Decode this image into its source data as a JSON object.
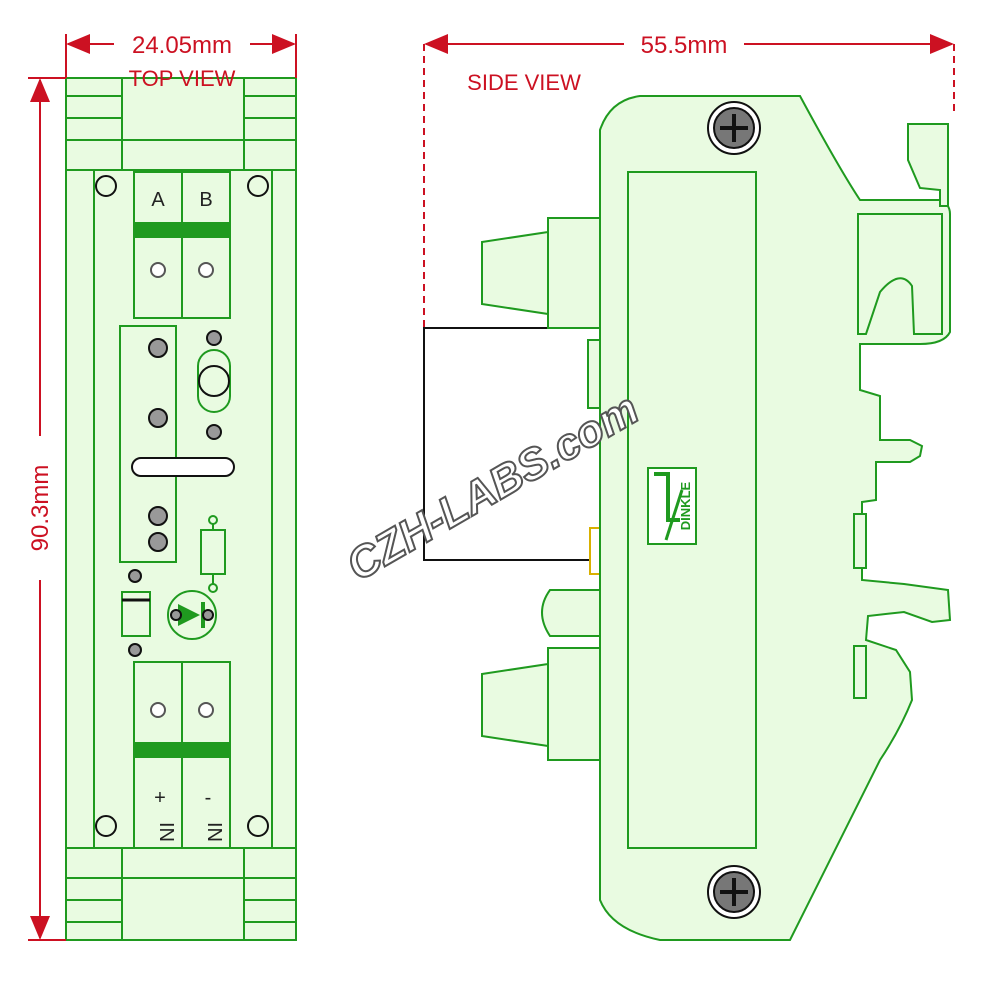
{
  "dimensions": {
    "width_top": "24.05mm",
    "height": "90.3mm",
    "width_side": "55.5mm"
  },
  "views": {
    "top": "TOP VIEW",
    "side": "SIDE VIEW"
  },
  "terminals": {
    "a": "A",
    "b": "B",
    "plus": "+",
    "minus": "-",
    "in1": "IN",
    "in2": "IN"
  },
  "logo": "DINKLE",
  "watermark": "CZH-LABS.com",
  "colors": {
    "dimension": "#cc1122",
    "outline": "#1f9a1f",
    "fill": "#e9fbe1"
  }
}
